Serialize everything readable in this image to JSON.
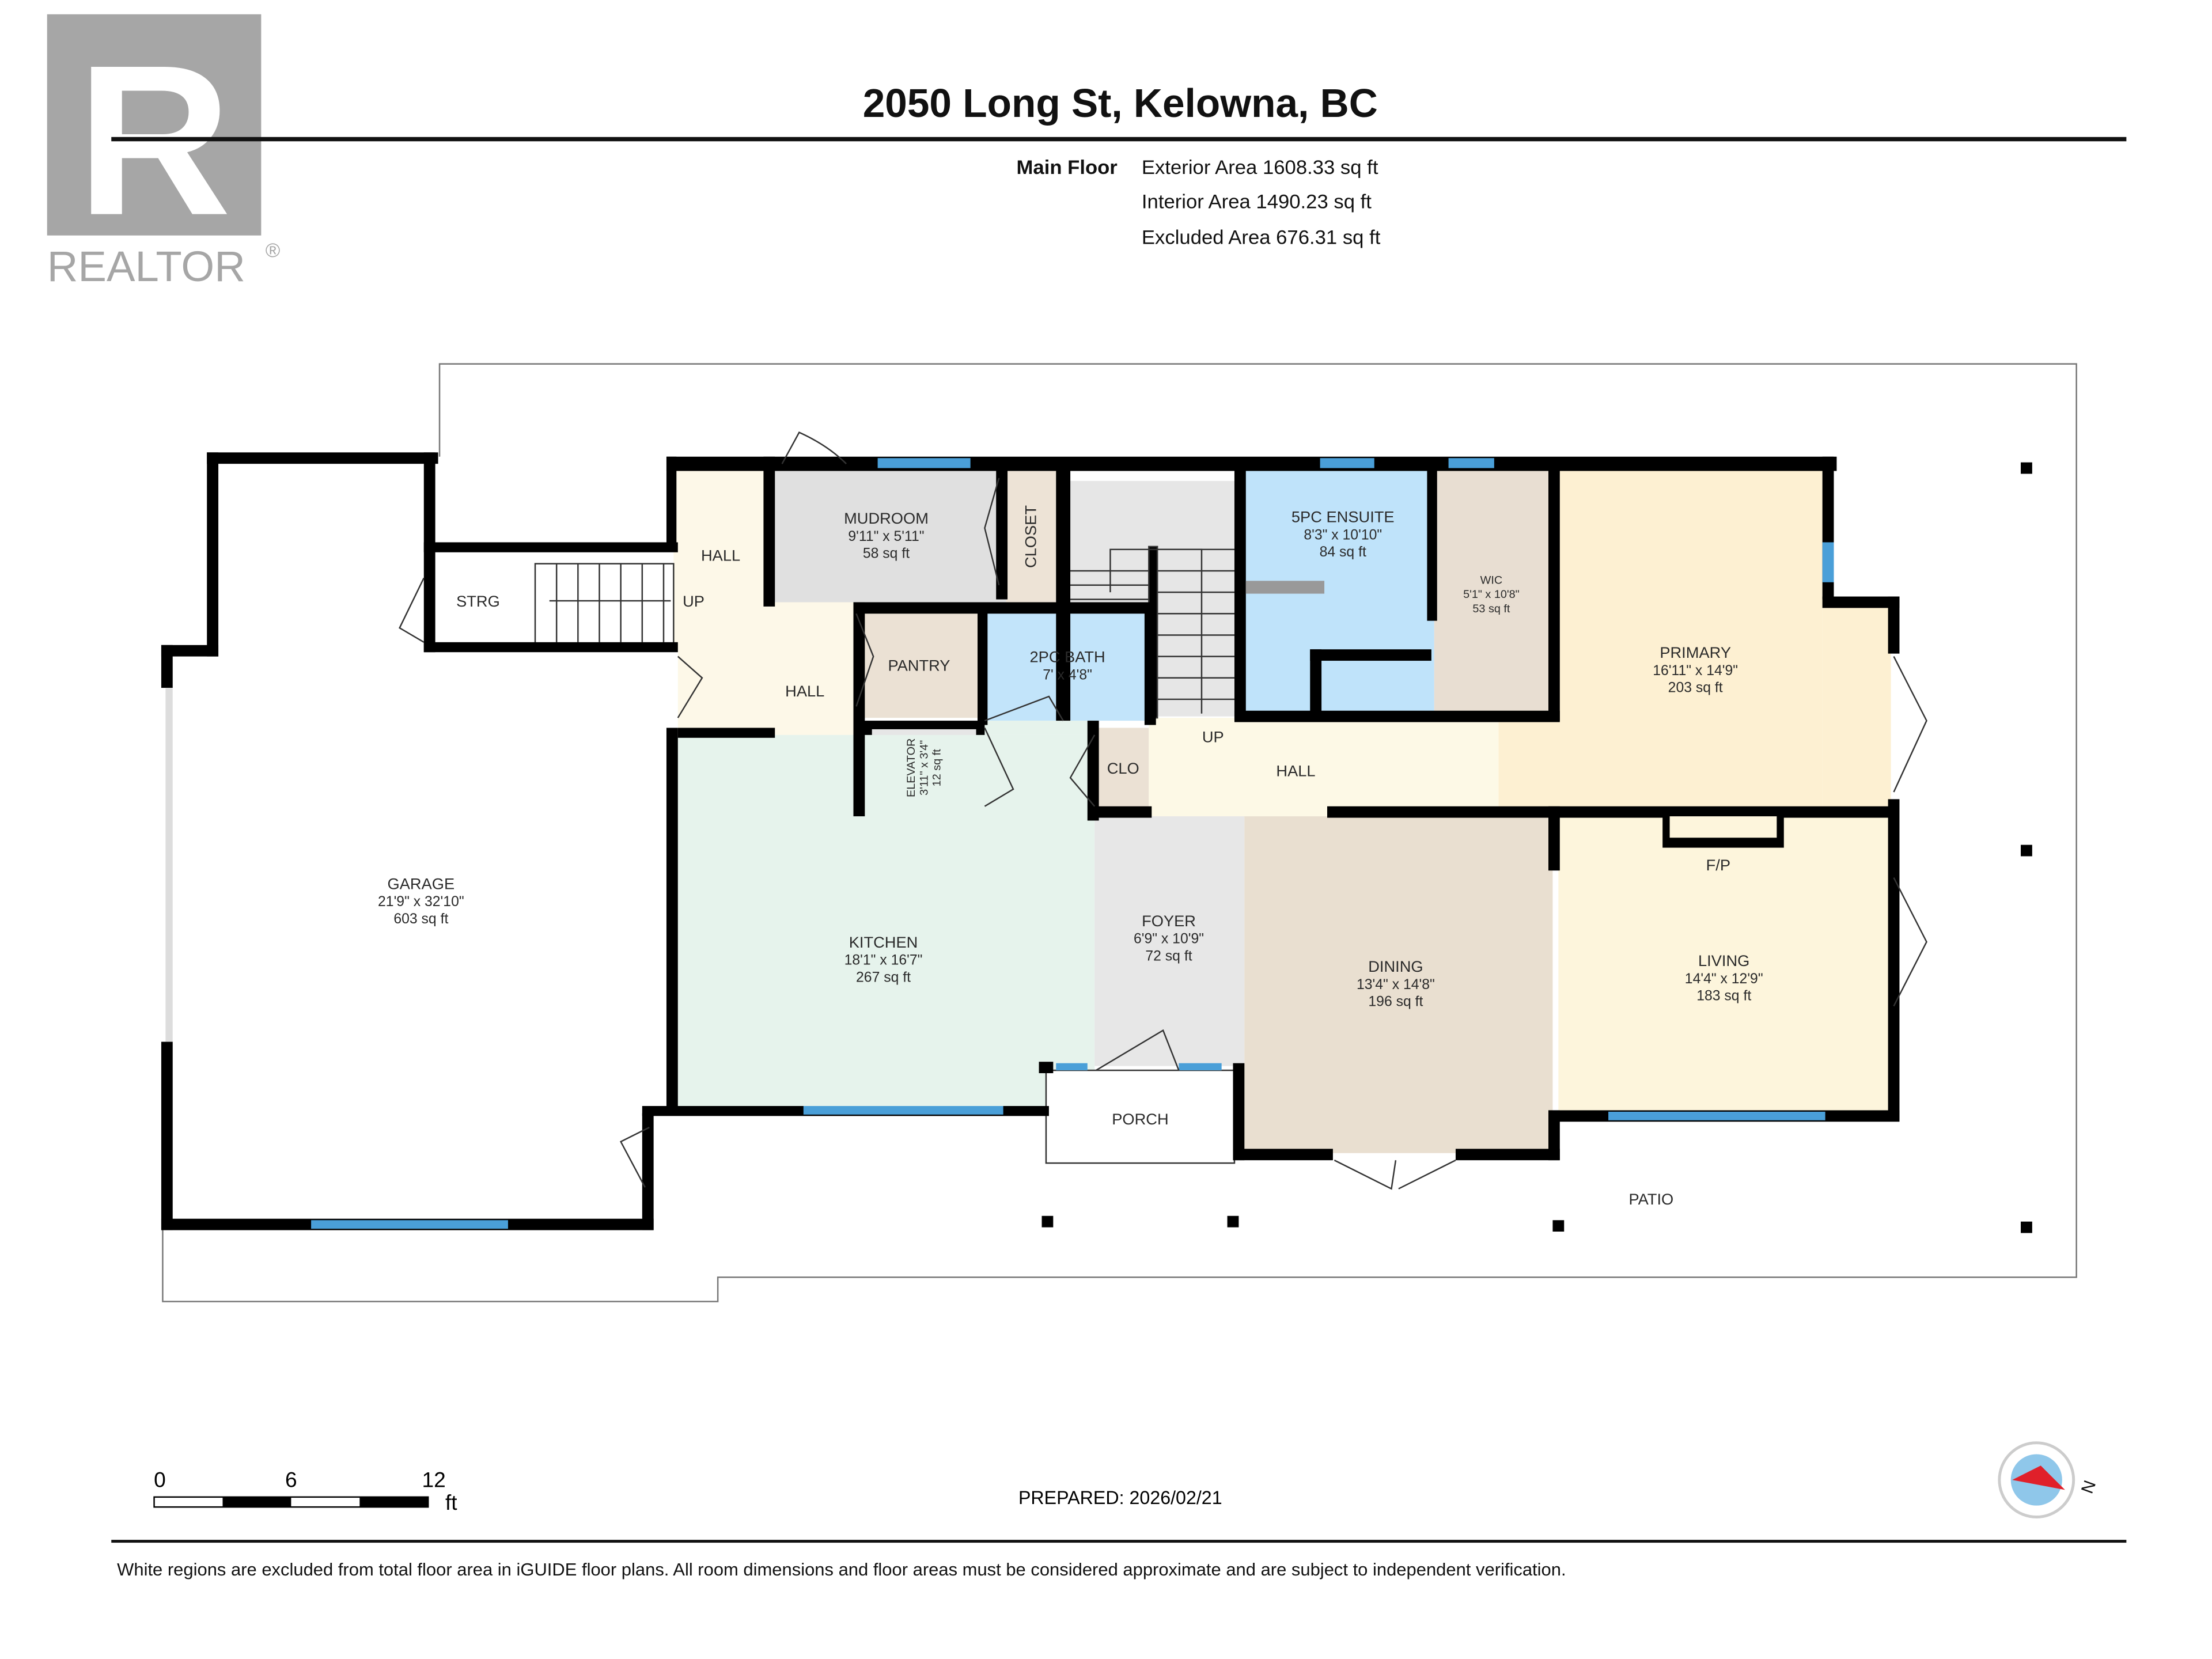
{
  "logo": {
    "text": "REALTOR",
    "mark": "R",
    "registered": "®"
  },
  "header": {
    "title": "2050 Long St, Kelowna, BC",
    "floor": "Main Floor",
    "exterior_area": "Exterior Area 1608.33 sq ft",
    "interior_area": "Interior Area 1490.23 sq ft",
    "excluded_area": "Excluded Area 676.31 sq ft"
  },
  "rooms": [
    {
      "name": "GARAGE",
      "dim": "21'9\" x 32'10\"",
      "area": "603 sq ft"
    },
    {
      "name": "MUDROOM",
      "dim": "9'11\" x 5'11\"",
      "area": "58 sq ft"
    },
    {
      "name": "5PC ENSUITE",
      "dim": "8'3\" x 10'10\"",
      "area": "84 sq ft"
    },
    {
      "name": "WIC",
      "dim": "5'1\" x 10'8\"",
      "area": "53 sq ft"
    },
    {
      "name": "PRIMARY",
      "dim": "16'11\" x 14'9\"",
      "area": "203 sq ft"
    },
    {
      "name": "2PC BATH",
      "dim": "7' x 4'8\""
    },
    {
      "name": "ELEVATOR",
      "dim": "3'11\" x 3'4\"",
      "area": "12 sq ft"
    },
    {
      "name": "KITCHEN",
      "dim": "18'1\" x 16'7\"",
      "area": "267 sq ft"
    },
    {
      "name": "FOYER",
      "dim": "6'9\" x 10'9\"",
      "area": "72 sq ft"
    },
    {
      "name": "DINING",
      "dim": "13'4\" x 14'8\"",
      "area": "196 sq ft"
    },
    {
      "name": "LIVING",
      "dim": "14'4\" x 12'9\"",
      "area": "183 sq ft"
    }
  ],
  "labels": {
    "hall_1": "HALL",
    "hall_2": "HALL",
    "hall_3": "HALL",
    "pantry": "PANTRY",
    "closet": "CLOSET",
    "clo": "CLO",
    "strg": "STRG",
    "up_1": "UP",
    "up_2": "UP",
    "fp": "F/P",
    "porch": "PORCH",
    "patio": "PATIO"
  },
  "scale": {
    "ticks": [
      "0",
      "6",
      "12"
    ],
    "unit": "ft"
  },
  "prepared": "PREPARED: 2026/02/21",
  "compass": {
    "icon": "north-compass-icon",
    "label": "N"
  },
  "disclaimer": "White regions are excluded from total floor area in iGUIDE floor plans. All room dimensions and floor areas must be considered approximate and are subject to independent verification.",
  "colors": {
    "wall": "#000000",
    "window": "#4a9fd8",
    "bath": "#bfe3fa",
    "kitchen": "#e6f3ec",
    "hall": "#fdf8e8",
    "dining": "#e9dfd0",
    "primary": "#fdf0d2",
    "logo": "#a6a6a6"
  }
}
